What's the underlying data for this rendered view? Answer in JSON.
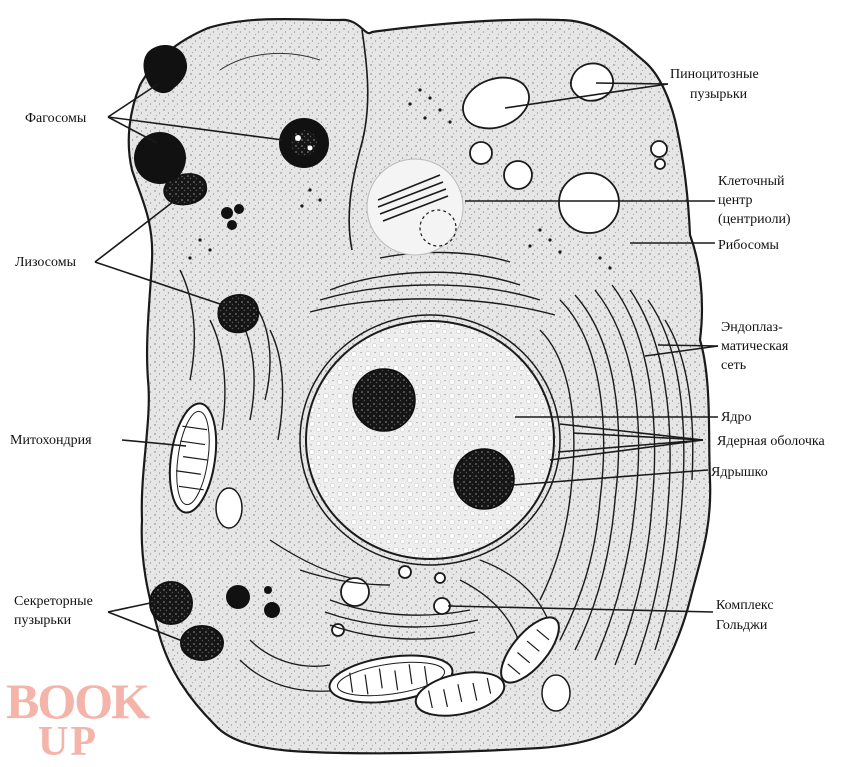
{
  "labels": {
    "phagosomes": "Фагосомы",
    "lysosomes": "Лизосомы",
    "mitochondrion": "Митохондрия",
    "secretory_1": "Секреторные",
    "secretory_2": "пузырьки",
    "pinocytic_1": "Пиноцитозные",
    "pinocytic_2": "пузырьки",
    "cell_center_1": "Клеточный",
    "cell_center_2": "центр",
    "cell_center_3": "(центриоли)",
    "ribosomes": "Рибосомы",
    "er_1": "Эндоплаз-",
    "er_2": "матическая",
    "er_3": "сеть",
    "nucleus": "Ядро",
    "nuclear_envelope": "Ядерная оболочка",
    "nucleolus": "Ядрышко",
    "golgi_1": "Комплекс",
    "golgi_2": "Гольджи"
  },
  "watermark": {
    "line1": "BOOK",
    "line2": "UP",
    "color": "#f2a79a"
  },
  "colors": {
    "cytoplasm": "#e4e4e4",
    "outline": "#1a1a1a",
    "nucleoplasm": "#efefef",
    "dense": "#111111"
  }
}
